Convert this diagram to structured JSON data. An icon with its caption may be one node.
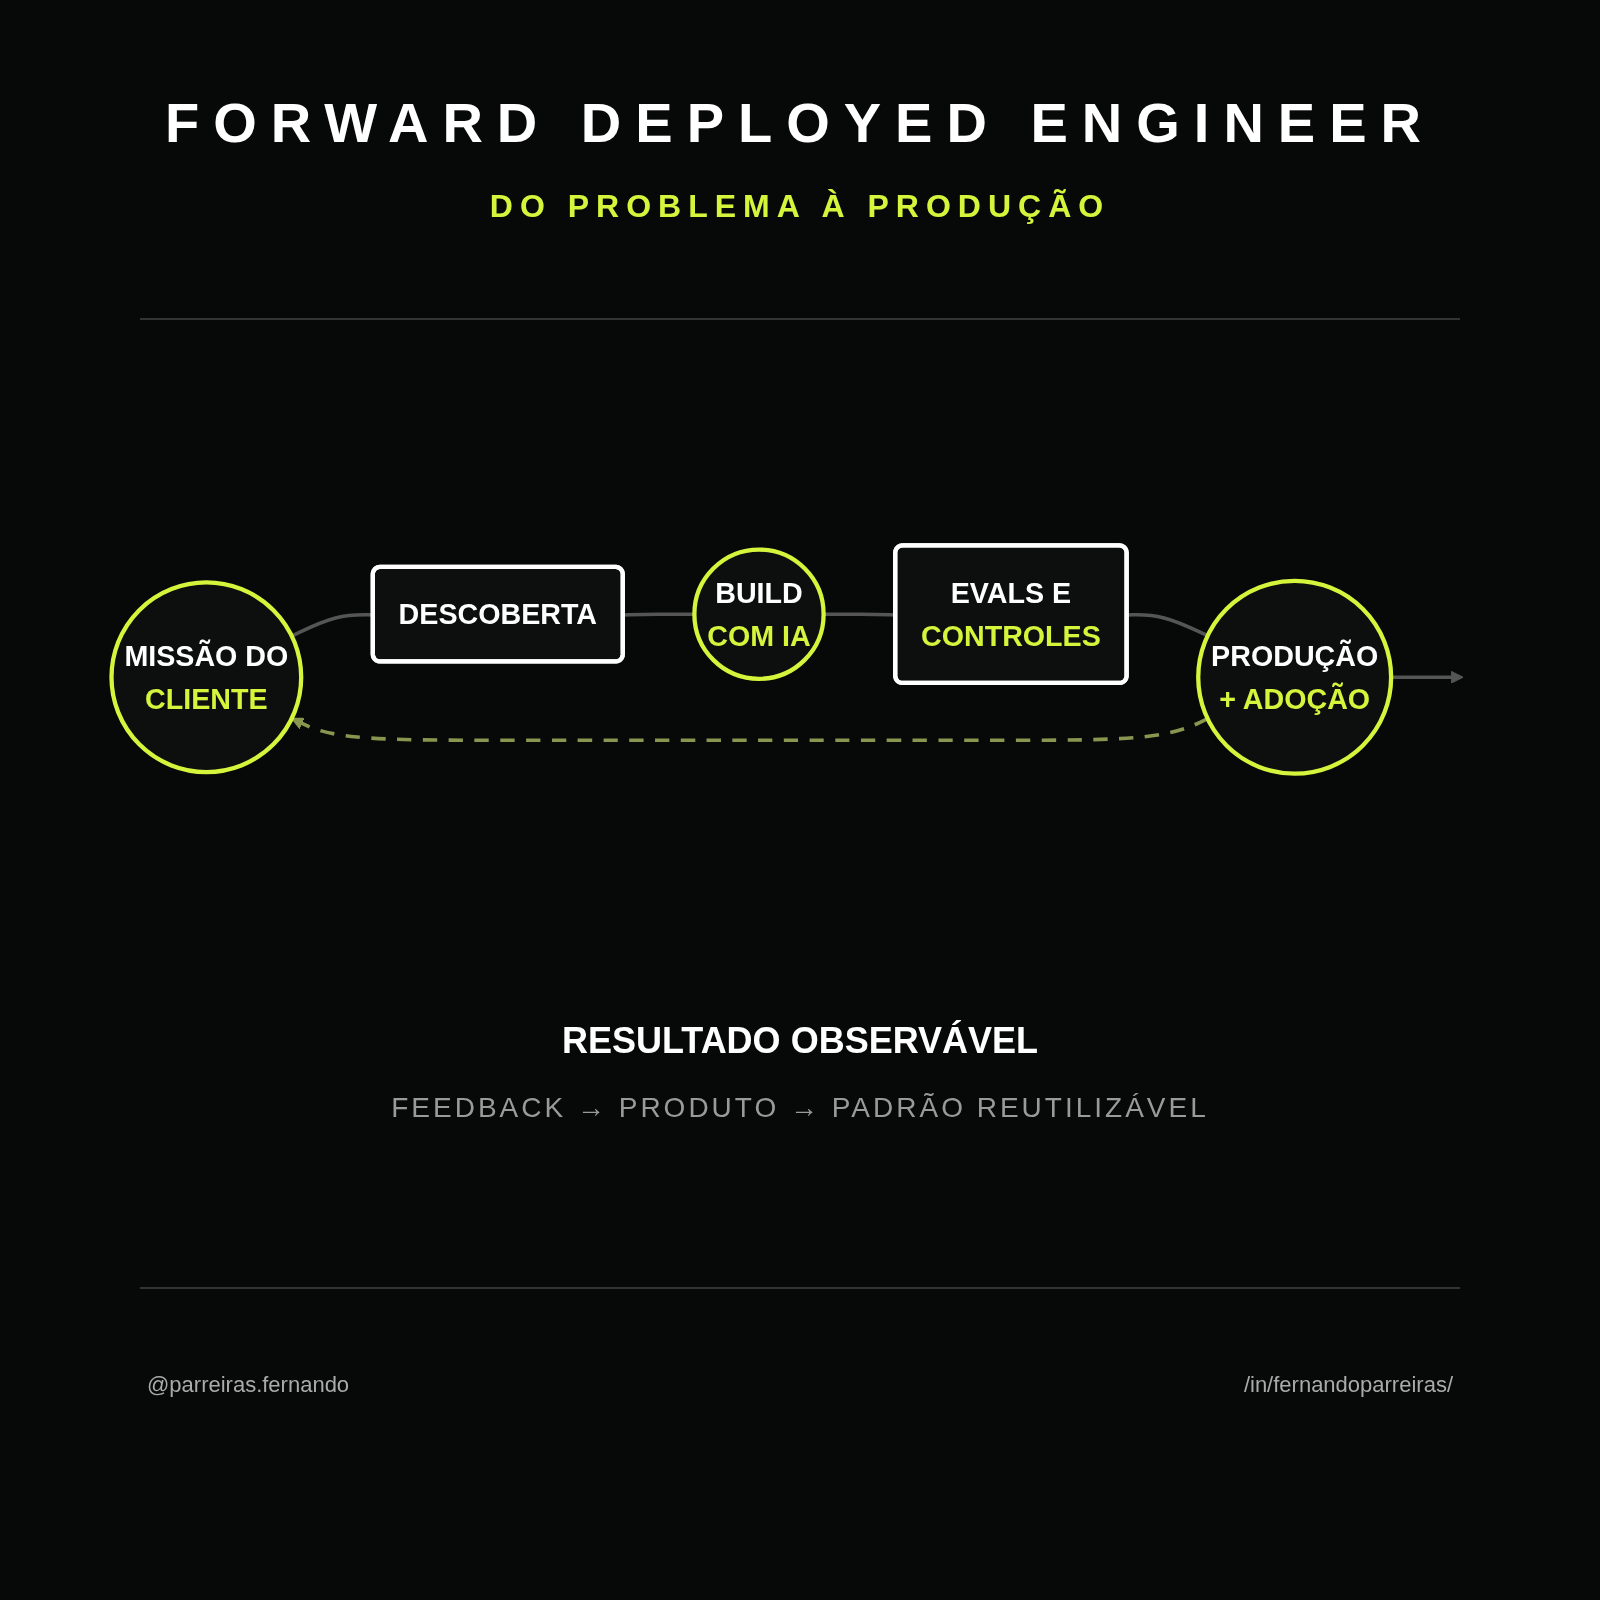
{
  "diagram": {
    "title": "FORWARD DEPLOYED ENGINEER",
    "nodes": [
      {
        "text": [
          "MISSÃO DO",
          "CLIENTE"
        ]
      },
      {
        "text": [
          "DESCOBERTA"
        ]
      },
      {
        "text": [
          "BUILD",
          "COM IA"
        ]
      },
      {
        "text": [
          "EVALS E",
          "CONTROLES"
        ]
      },
      {
        "text": [
          "PRODUÇÃO",
          "+ ADOÇÃO"
        ]
      }
    ],
    "edges": [
      {
        "from": 0,
        "to": 1,
        "arrow": "none"
      },
      {
        "from": 1,
        "to": 2,
        "arrow": "none"
      },
      {
        "from": 2,
        "to": 3,
        "arrow": "none"
      },
      {
        "from": 3,
        "to": 4,
        "arrow": "none"
      },
      {
        "from": 4,
        "to": null,
        "arrow": "to"
      },
      {
        "from": 4,
        "to": 0,
        "arrow": "to",
        "style": "dashed",
        "color": "#8a9650"
      }
    ],
    "labels": [
      "DO PROBLEMA À PRODUÇÃO",
      "RESULTADO OBSERVÁVEL",
      "FEEDBACK → PRODUTO → PADRÃO REUTILIZÁVEL",
      "@parreiras.fernando",
      "/in/fernandoparreiras/"
    ]
  }
}
